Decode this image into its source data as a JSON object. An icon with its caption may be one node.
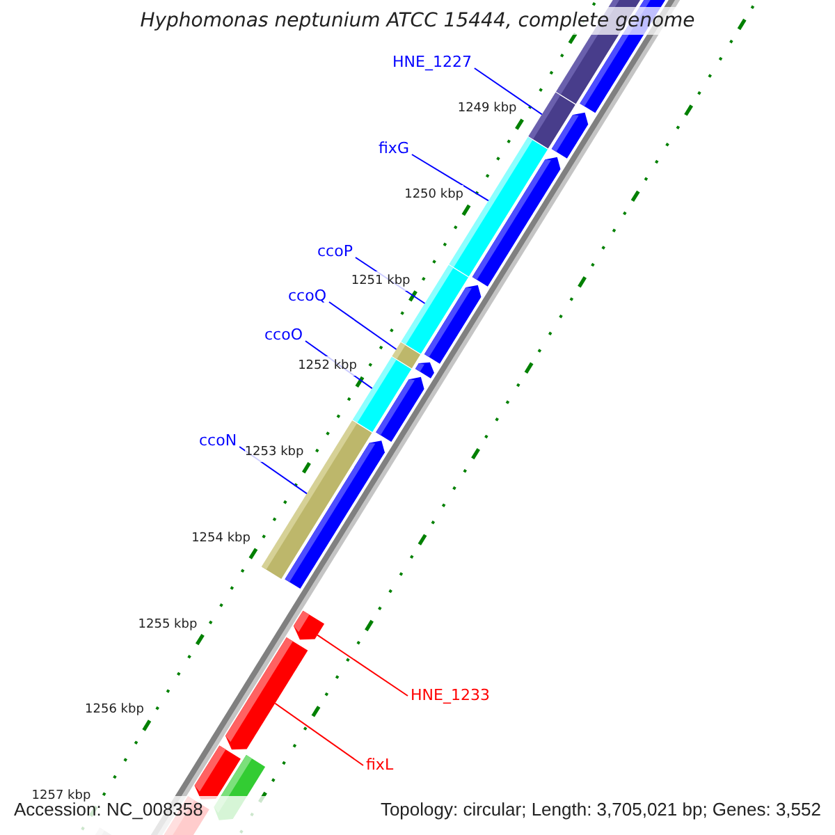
{
  "diagram": {
    "title": "Hyphomonas neptunium ATCC 15444, complete genome",
    "nodes": [
      {
        "text": [
          "HNE_1227"
        ]
      },
      {
        "text": [],
        "shape": "bar"
      },
      {
        "text": [
          "fixG"
        ]
      },
      {
        "text": [],
        "shape": "bar"
      },
      {
        "text": [
          "ccoP"
        ]
      },
      {
        "text": [],
        "shape": "bar"
      },
      {
        "text": [
          "ccoQ"
        ]
      },
      {
        "text": [],
        "shape": "bar"
      },
      {
        "text": [
          "ccoO"
        ]
      },
      {
        "text": [],
        "shape": "bar"
      },
      {
        "text": [
          "ccoN"
        ]
      },
      {
        "text": [],
        "shape": "bar"
      },
      {
        "text": [
          "HNE_1233"
        ]
      },
      {
        "text": [],
        "shape": "bar"
      },
      {
        "text": [
          "fixL"
        ]
      },
      {
        "text": [],
        "shape": "bar"
      }
    ],
    "edges": [
      {
        "from": 0,
        "to": 1,
        "arrow": "none"
      },
      {
        "from": 2,
        "to": 3,
        "arrow": "none"
      },
      {
        "from": 4,
        "to": 5,
        "arrow": "none"
      },
      {
        "from": 6,
        "to": 7,
        "arrow": "none"
      },
      {
        "from": 8,
        "to": 9,
        "arrow": "none"
      },
      {
        "from": 10,
        "to": 11,
        "arrow": "none"
      },
      {
        "from": 12,
        "to": 13,
        "arrow": "none",
        "color": "#ff0000"
      },
      {
        "from": 14,
        "to": 15,
        "arrow": "none",
        "color": "#ff0000"
      }
    ],
    "labels": [
      "1249 kbp",
      "1250 kbp",
      "1251 kbp",
      "1252 kbp",
      "1253 kbp",
      "1254 kbp",
      "1255 kbp",
      "1256 kbp",
      "1257 kbp",
      "Accession: NC_008358",
      "Topology: circular; Length: 3,705,021 bp; Genes: 3,552"
    ]
  }
}
